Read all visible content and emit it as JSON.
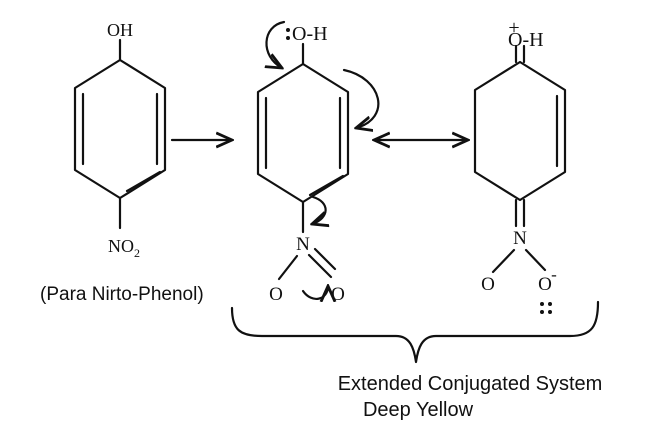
{
  "molecule1": {
    "top_group": "OH",
    "bottom_group_main": "NO",
    "bottom_group_subscript": "2",
    "caption": "(Para Nirto-Phenol)"
  },
  "molecule2": {
    "oxygen_group": "O-H",
    "nitrogen": "N",
    "oxygen_left": "O",
    "oxygen_right": "O"
  },
  "molecule3": {
    "oxygen_group": "O-H",
    "positive_charge": "+",
    "nitrogen": "N",
    "oxygen_left": "O",
    "oxygen_right": "O",
    "negative_charge": "-"
  },
  "brace_label": {
    "line1": "Extended Conjugated System",
    "line2": "Deep Yellow"
  },
  "colors": {
    "ink": "#111111",
    "background": "#ffffff"
  }
}
